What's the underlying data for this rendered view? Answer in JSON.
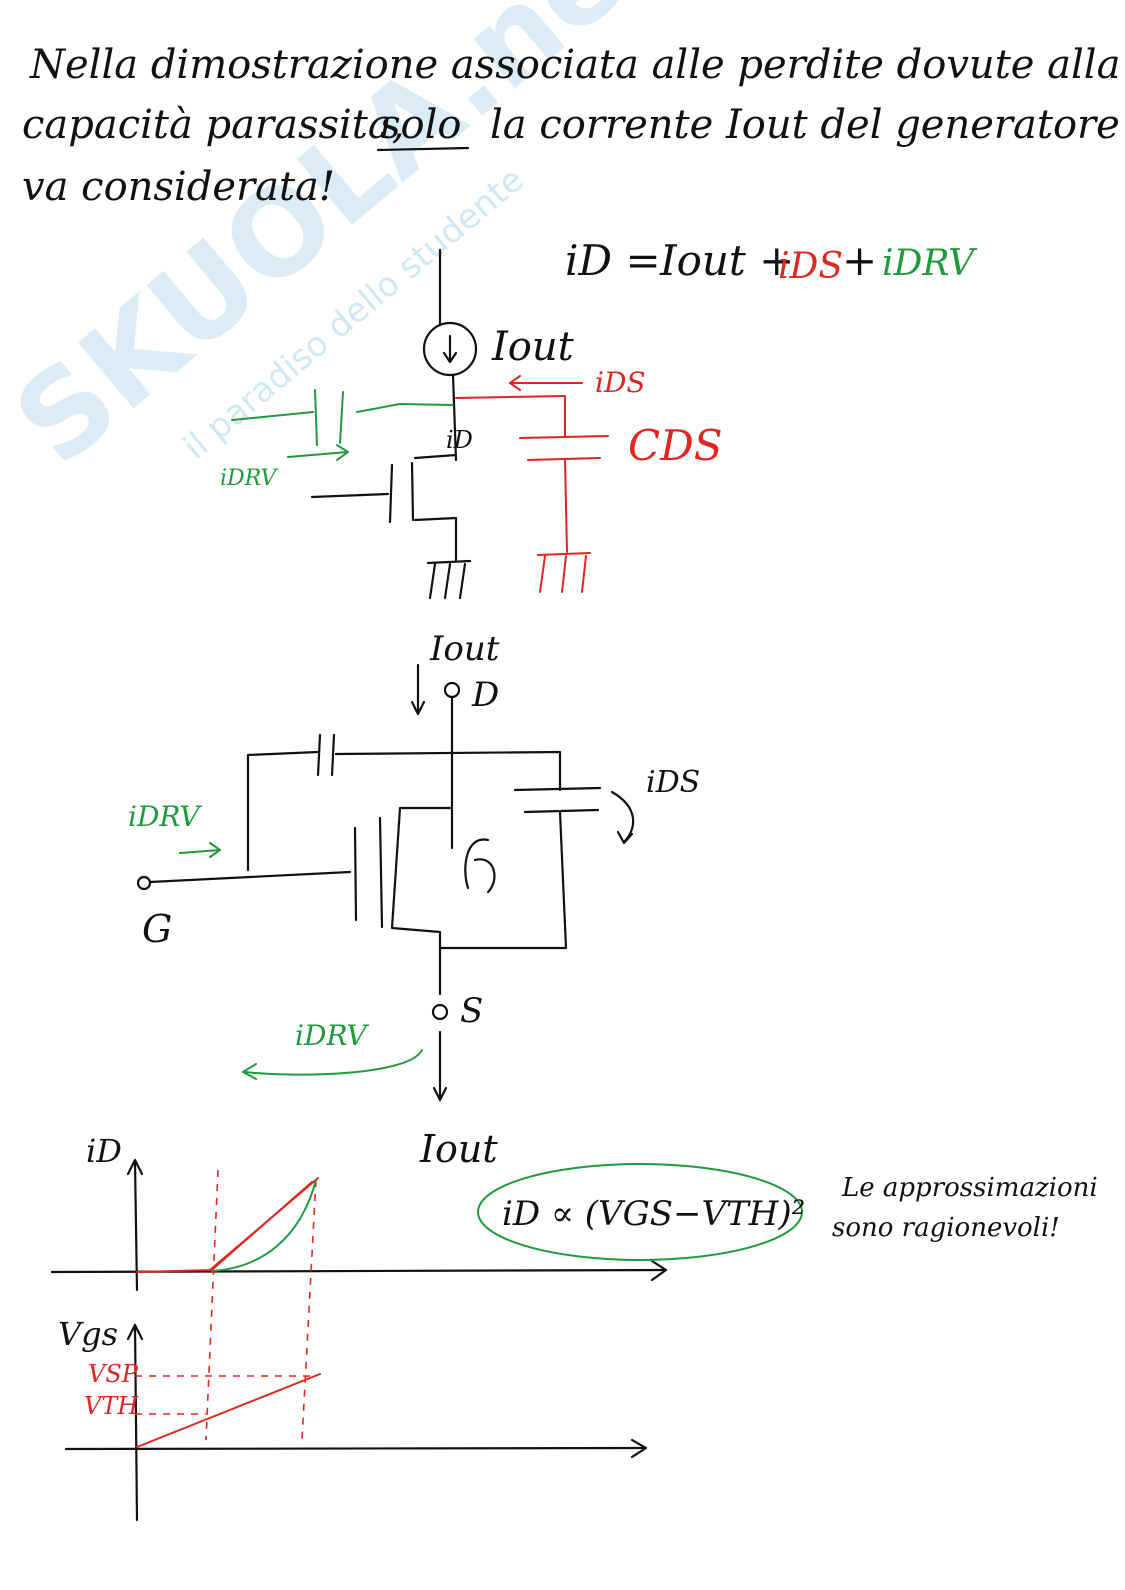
{
  "intro": {
    "line1": "Nella dimostrazione associata alle perdite dovute alla",
    "line2a": "capacità parassita,",
    "line2b": "solo",
    "line2c": "la corrente Iout del generatore",
    "line3": "va considerata!"
  },
  "watermark": {
    "brand": "SKUOLA.net",
    "tagline": "il paradiso dello studente"
  },
  "equation": {
    "lhs": "iD =",
    "term1": "Iout +",
    "term2": "iDS",
    "plus": "+",
    "term3": "iDRV"
  },
  "circuit1": {
    "source_label": "Iout",
    "ids_label": "iDS",
    "cds_label": "CDS",
    "id_label": "iD",
    "idrv_label": "iDRV"
  },
  "circuit2": {
    "top_current": "Iout",
    "drain": "D",
    "gate": "G",
    "source": "S",
    "ids_label": "iDS",
    "idrv_in": "iDRV",
    "idrv_out": "iDRV",
    "bottom_current": "Iout"
  },
  "graphs": {
    "top_ylabel": "iD",
    "formula": "iD ∝ (VGS−VTH)²",
    "note_line1": "Le approssimazioni",
    "note_line2": "sono ragionevoli!",
    "bottom_ylabel": "Vgs",
    "vsp_label": "VSP",
    "vth_label": "VTH"
  },
  "colors": {
    "red": "#e0261f",
    "green": "#1f9a3c",
    "ink": "#111111"
  }
}
